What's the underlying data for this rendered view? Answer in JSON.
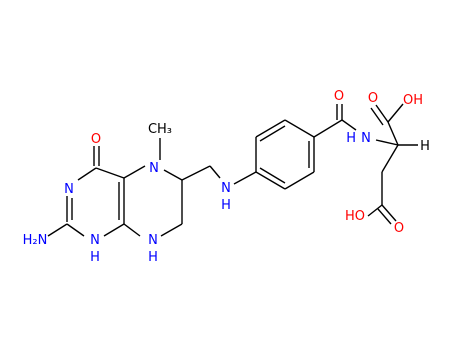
{
  "colors": {
    "bond": "#000000",
    "nitrogen": "#0000ff",
    "oxygen": "#ff0000",
    "carbon_label": "#000000"
  },
  "atom_labels": {
    "carbonyl_o_pteridine": "O",
    "ring_n3": "N",
    "amino_n": "H₂N",
    "ring_n1": "N",
    "ring_n1_h": "H",
    "ring_n8": "N",
    "ring_n8_h": "H",
    "ring_n5": "N",
    "methyl": "CH₃",
    "link_n": "N",
    "link_n_h": "H",
    "amide_o": "O",
    "amide_n": "N",
    "amide_n_h": "H",
    "alpha_h": "H",
    "acid_o_top": "O",
    "acid_oh_top": "OH",
    "acid_o_bottom": "O",
    "acid_oh_bottom": "HO"
  }
}
